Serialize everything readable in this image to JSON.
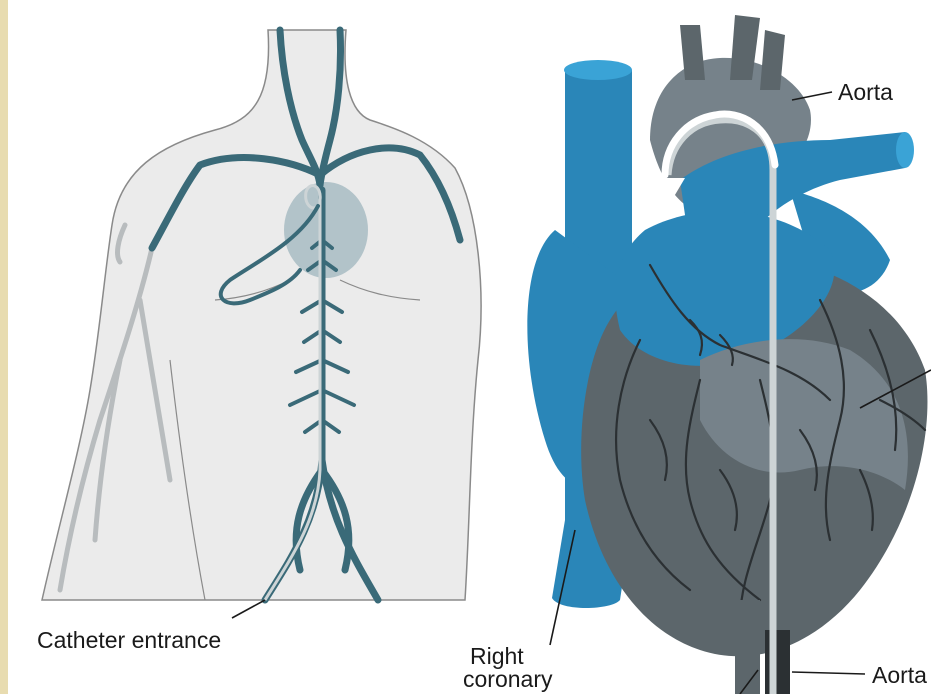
{
  "colors": {
    "edge_strip": "#e8dcb0",
    "body_fill": "#ebebeb",
    "body_outline": "#8a8a8a",
    "arm_veins": "#b8bcbe",
    "vessel_dark": "#3a6a78",
    "heart_glow": "#9fb6bd",
    "catheter_line": "#cdd4d6",
    "vessel_blue": "#2a86b8",
    "vessel_blue_light": "#3aa3d6",
    "heart_dark": "#5c666b",
    "heart_mid": "#76828a",
    "heart_vein": "#2b3033",
    "arrow": "#ffffff"
  },
  "labels": {
    "aorta_top": "Aorta",
    "aorta_bottom": "Aorta",
    "right_coronary_line1": "Right",
    "right_coronary_line2": "coronary",
    "catheter_entrance": "Catheter entrance"
  }
}
